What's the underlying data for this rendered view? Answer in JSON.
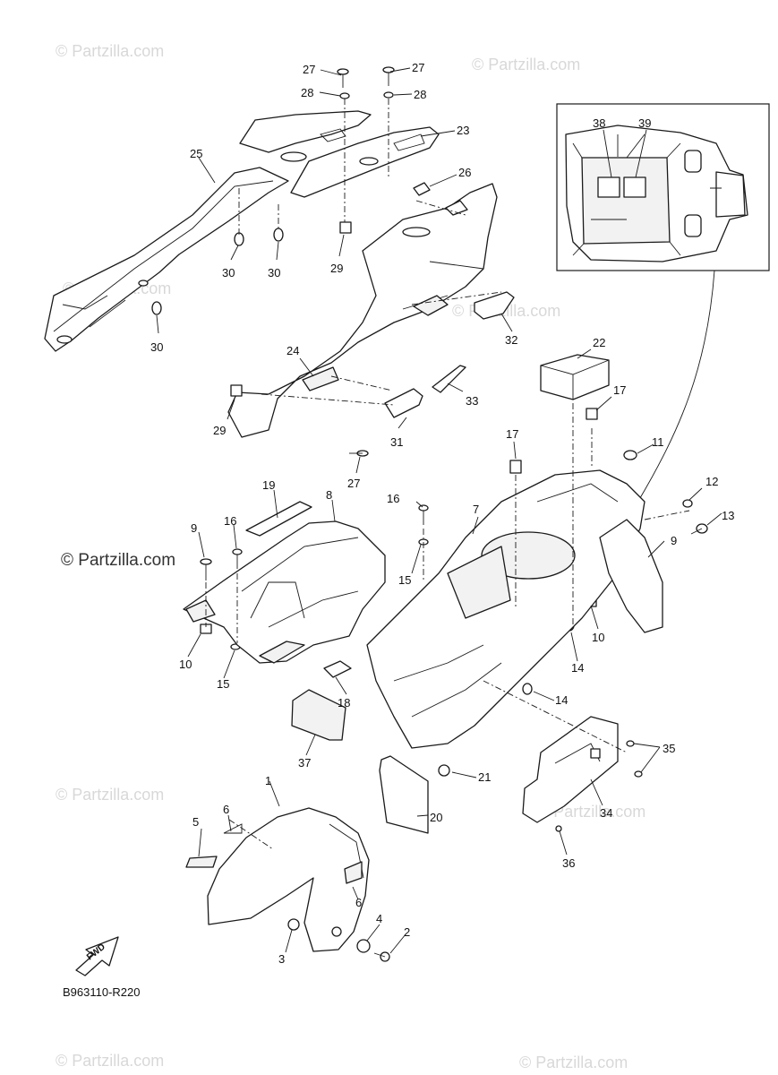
{
  "watermarks": {
    "faint": "© Partzilla.com",
    "prominent": "© Partzilla.com"
  },
  "diagram_code": "B963110-R220",
  "fwd_label": "FWD",
  "callouts": {
    "c1": "1",
    "c2": "2",
    "c3": "3",
    "c4": "4",
    "c5": "5",
    "c6a": "6",
    "c6b": "6",
    "c7": "7",
    "c8": "8",
    "c9a": "9",
    "c9b": "9",
    "c10a": "10",
    "c10b": "10",
    "c11": "11",
    "c12": "12",
    "c13": "13",
    "c14a": "14",
    "c14b": "14",
    "c15a": "15",
    "c15b": "15",
    "c16a": "16",
    "c16b": "16",
    "c17a": "17",
    "c17b": "17",
    "c18": "18",
    "c19": "19",
    "c20": "20",
    "c21": "21",
    "c22": "22",
    "c23": "23",
    "c24": "24",
    "c25": "25",
    "c26": "26",
    "c27a": "27",
    "c27b": "27",
    "c27c": "27",
    "c28a": "28",
    "c28b": "28",
    "c29a": "29",
    "c29b": "29",
    "c30a": "30",
    "c30b": "30",
    "c30c": "30",
    "c31": "31",
    "c32": "32",
    "c33": "33",
    "c34": "34",
    "c35": "35",
    "c36": "36",
    "c37": "37",
    "c38": "38",
    "c39": "39"
  }
}
